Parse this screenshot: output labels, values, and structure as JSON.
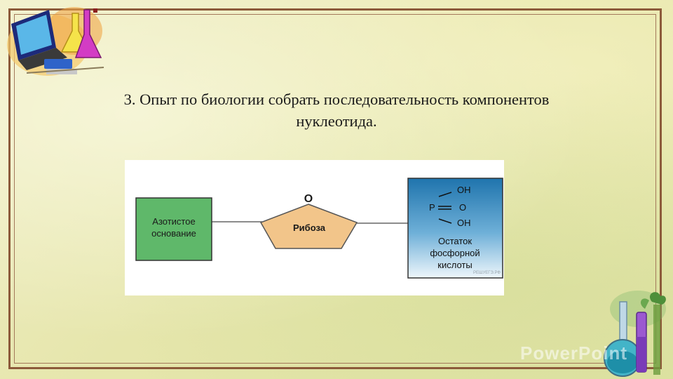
{
  "title": {
    "line1": "3. Опыт по биологии собрать последовательность компонентов",
    "line2": "нуклеотида."
  },
  "diagram": {
    "base": {
      "line1": "Азотистое",
      "line2": "основание",
      "color": "#5fb86a"
    },
    "ribose": {
      "label": "Рибоза",
      "color": "#f2c58a",
      "top_atom": "O"
    },
    "phosphate": {
      "p": "P",
      "oh_top": "OH",
      "o_mid": "O",
      "oh_bottom": "OH",
      "line1": "Остаток",
      "line2": "фосфорной",
      "line3": "кислоты",
      "color_top": "#1f74ad",
      "color_bottom": "#e8f2f8"
    },
    "source": "РЕШУЕГЭ.РФ"
  },
  "watermark": "PowerPoint"
}
